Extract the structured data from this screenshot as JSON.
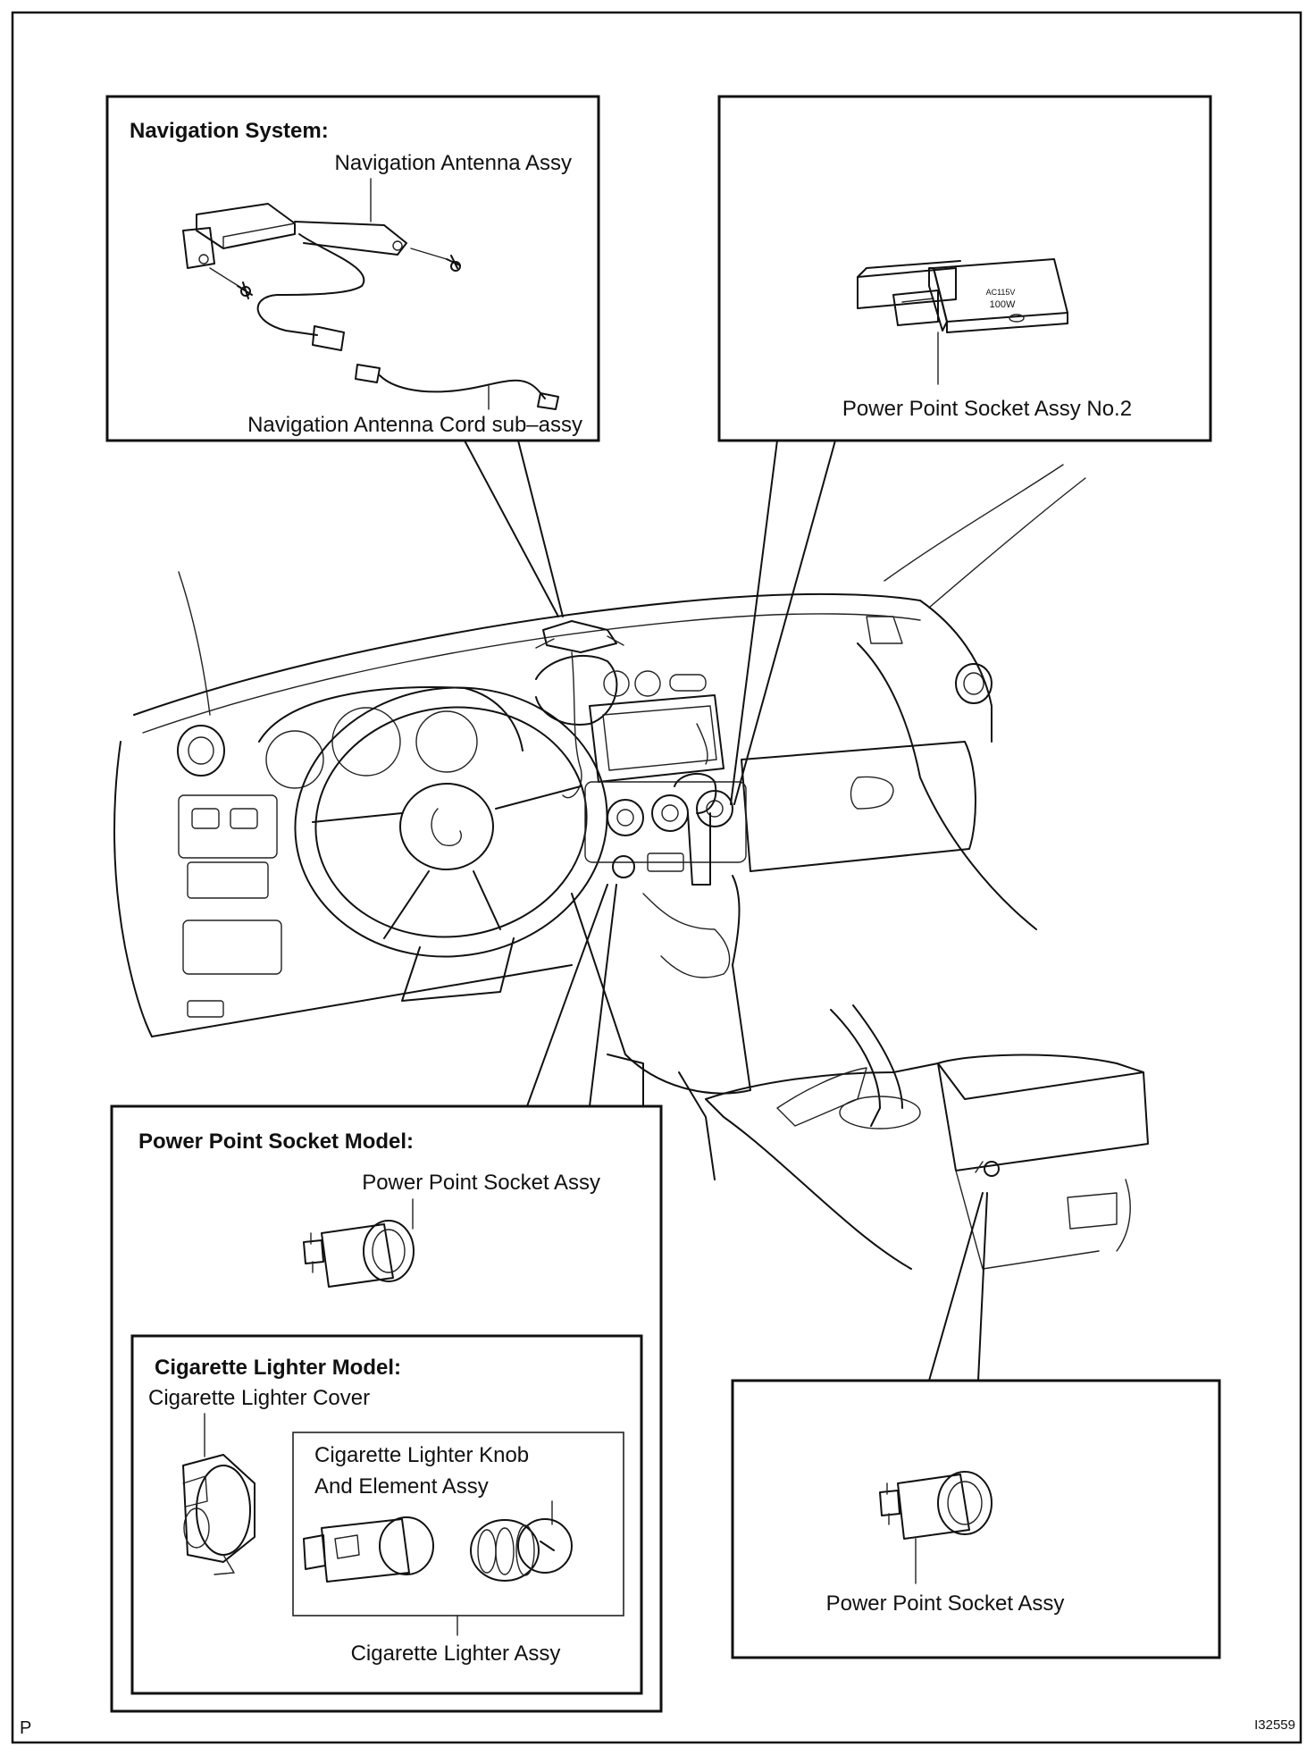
{
  "navigation_box": {
    "heading": "Navigation System:",
    "antenna_label": "Navigation Antenna Assy",
    "cord_label": "Navigation Antenna Cord sub–assy"
  },
  "socket2_box": {
    "label": "Power Point Socket Assy No.2",
    "socket_face_text": [
      "AC115V",
      "100W"
    ]
  },
  "power_point_box": {
    "heading": "Power Point Socket Model:",
    "socket_label": "Power Point Socket Assy"
  },
  "cigarette_box": {
    "heading": "Cigarette Lighter  Model:",
    "cover_label": "Cigarette Lighter Cover",
    "knob_label_line1": "Cigarette Lighter Knob",
    "knob_label_line2": "And Element Assy",
    "assy_label": "Cigarette Lighter Assy"
  },
  "console_box": {
    "socket_label": "Power Point Socket Assy"
  },
  "footer": {
    "left_mark": "P",
    "figure_id": "I32559"
  }
}
